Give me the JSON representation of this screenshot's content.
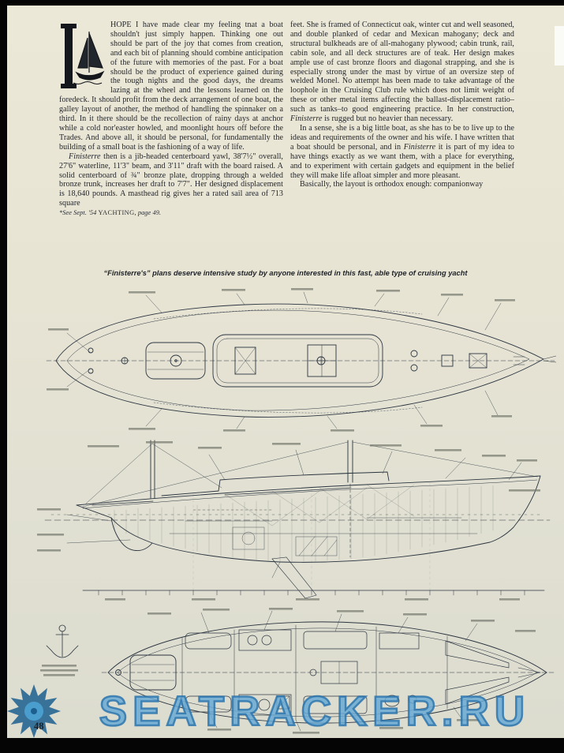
{
  "page": {
    "number": "48"
  },
  "colors": {
    "paper": "#e9e4d5",
    "text_ink": "#23262b",
    "drawing_ink": "#2b3540",
    "watermark_fill": "#87c5eb",
    "watermark_stroke": "#2470aa"
  },
  "article": {
    "dropcap": "I",
    "left": {
      "p1": "HOPE I have made clear my feeling tnat a boat shouldn't just simply happen. Thinking one out should be part of the joy that comes from creation, and each bit of planning should combine anticipation of the future with memories of the past. For a boat should be the product of experience gained during the tough nights and the good days, the dreams lazing at the wheel and the lessons learned on the foredeck. It should profit from the deck arrangement of one boat, the galley layout of another, the method of handling the spinnaker on a third. In it there should be the recollection of rainy days at anchor while a cold nor'easter howled, and moonlight hours off before the Trades. And above all, it should be personal, for fundamentally the building of a small boat is the fashioning of a way of life.",
      "p2_runs": [
        {
          "t": "Finisterre",
          "i": true
        },
        {
          "t": " then is a jib-headed centerboard yawl, 38'7½\" overall, 27'6\" waterline, 11'3\" beam, and 3'11\" draft with the board raised. A solid centerboard of ¾\" bronze plate, dropping through a welded bronze trunk, increases her draft to 7'7\". Her designed displacement is 18,640 pounds. A masthead rig gives her a rated sail area of 713 square",
          "i": false
        }
      ],
      "footnote_runs": [
        {
          "t": "*See Sept. '54 ",
          "i": true
        },
        {
          "t": "YACHTING",
          "i": false
        },
        {
          "t": ", page 49.",
          "i": true
        }
      ]
    },
    "right": {
      "p1_runs": [
        {
          "t": "feet. She is framed of Connecticut oak, winter cut and well seasoned, and double planked of cedar and Mexican mahogany; deck and structural bulkheads are of all-mahogany plywood; cabin trunk, rail, cabin sole, and all deck structures are of teak. Her design makes ample use of cast bronze floors and diagonal strapping, and she is especially strong under the mast by virtue of an oversize step of welded Monel. No attempt has been made to take advantage of the loophole in the Cruising Club rule which does not limit weight of these or other metal items affecting the ballast-displacement ratio–such as tanks–to good engineering practice. In her construction, ",
          "i": false
        },
        {
          "t": "Finisterre",
          "i": true
        },
        {
          "t": " is rugged but no heavier than necessary.",
          "i": false
        }
      ],
      "p2_runs": [
        {
          "t": "In a sense, she is a big little boat, as she has to be to live up to the ideas and requirements of the owner and his wife. I have written that a boat should be personal, and in ",
          "i": false
        },
        {
          "t": "Finisterre",
          "i": true
        },
        {
          "t": " it is part of my idea to have things exactly as we want them, with a place for everything, and to experiment with certain gadgets and equipment in the belief they will make life afloat simpler and more pleasant.",
          "i": false
        }
      ],
      "p3": "Basically, the layout is orthodox enough: companionway"
    }
  },
  "caption": {
    "text": "“Finisterre's” plans deserve intensive study by anyone interested in this fast, able type of cruising yacht"
  },
  "watermark": {
    "text": "SEATRACKER.RU"
  }
}
